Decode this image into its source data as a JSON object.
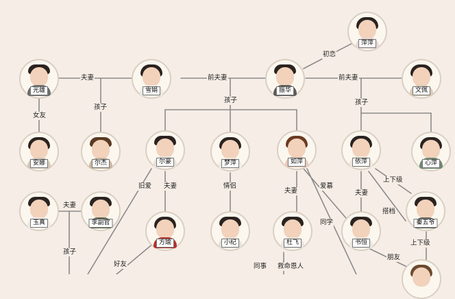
{
  "people": {
    "pingping": "萍萍",
    "guangxiong": "光雄",
    "xuejuan": "雪娟",
    "zhenhua": "振华",
    "wenpei": "文佩",
    "anna": "安娜",
    "erjie": "尔杰",
    "erhao": "尔豪",
    "mengping": "梦萍",
    "ruping": "如萍",
    "yiping": "依萍",
    "xinping": "心萍",
    "yuzhen": "玉真",
    "lifuguan": "李副官",
    "fangyu": "方瑜",
    "xiaoji": "小纪",
    "dufei": "杜飞",
    "shuheng": "书恒",
    "qinwuye": "秦五爷"
  },
  "relations": {
    "chulian": "初恋",
    "fuqi_1": "夫妻",
    "qianfuqi_1": "前夫妻",
    "qianfuqi_2": "前夫妻",
    "haizi_1": "孩子",
    "haizi_2": "孩子",
    "haizi_3": "孩子",
    "haizi_4": "孩子",
    "nvyou": "女友",
    "jiuai": "旧爱",
    "fuqi_2": "夫妻",
    "qinglv": "情侣",
    "fuqi_3": "夫妻",
    "aimu": "爱慕",
    "fuqi_4": "夫妻",
    "shangxiaji_1": "上下级",
    "dadang": "搭档",
    "fuqi_5": "夫妻",
    "tongxue": "同学",
    "shangxiaji_2": "上下级",
    "haoyou": "好友",
    "pengyou": "朋友",
    "tongshi": "同事",
    "jiumingenren": "救命恩人"
  },
  "colors": {
    "background": "#f6ede6",
    "line": "#8b8b8b",
    "node_border": "#d9cfc3"
  }
}
